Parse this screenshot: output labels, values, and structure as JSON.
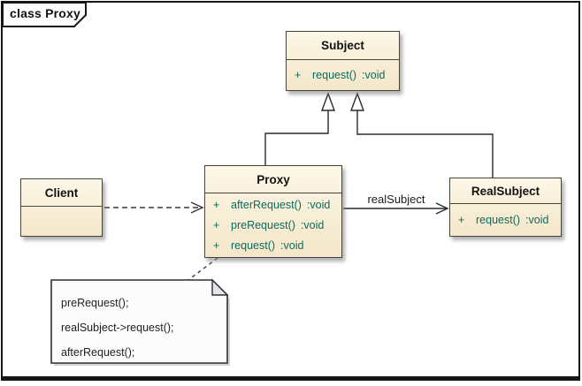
{
  "frame": {
    "title": "class Proxy"
  },
  "classes": {
    "subject": {
      "title": "Subject",
      "methods": [
        {
          "visibility": "+",
          "name": "request()",
          "type": ":void"
        }
      ]
    },
    "proxy": {
      "title": "Proxy",
      "methods": [
        {
          "visibility": "+",
          "name": "afterRequest()",
          "type": ":void"
        },
        {
          "visibility": "+",
          "name": "preRequest()",
          "type": ":void"
        },
        {
          "visibility": "+",
          "name": "request()",
          "type": ":void"
        }
      ]
    },
    "realsubject": {
      "title": "RealSubject",
      "methods": [
        {
          "visibility": "+",
          "name": "request()",
          "type": ":void"
        }
      ]
    },
    "client": {
      "title": "Client",
      "methods": []
    }
  },
  "edges": {
    "proxy_to_realsubject_label": "realSubject"
  },
  "note": {
    "lines": [
      "preRequest();",
      "realSubject->request();",
      "afterRequest();"
    ]
  },
  "colors": {
    "class_fill": "#f8eed6",
    "class_border": "#46453a",
    "method_text": "#0c6b5b",
    "note_fill": "#fcfcfc",
    "line": "#2a2a2a"
  }
}
